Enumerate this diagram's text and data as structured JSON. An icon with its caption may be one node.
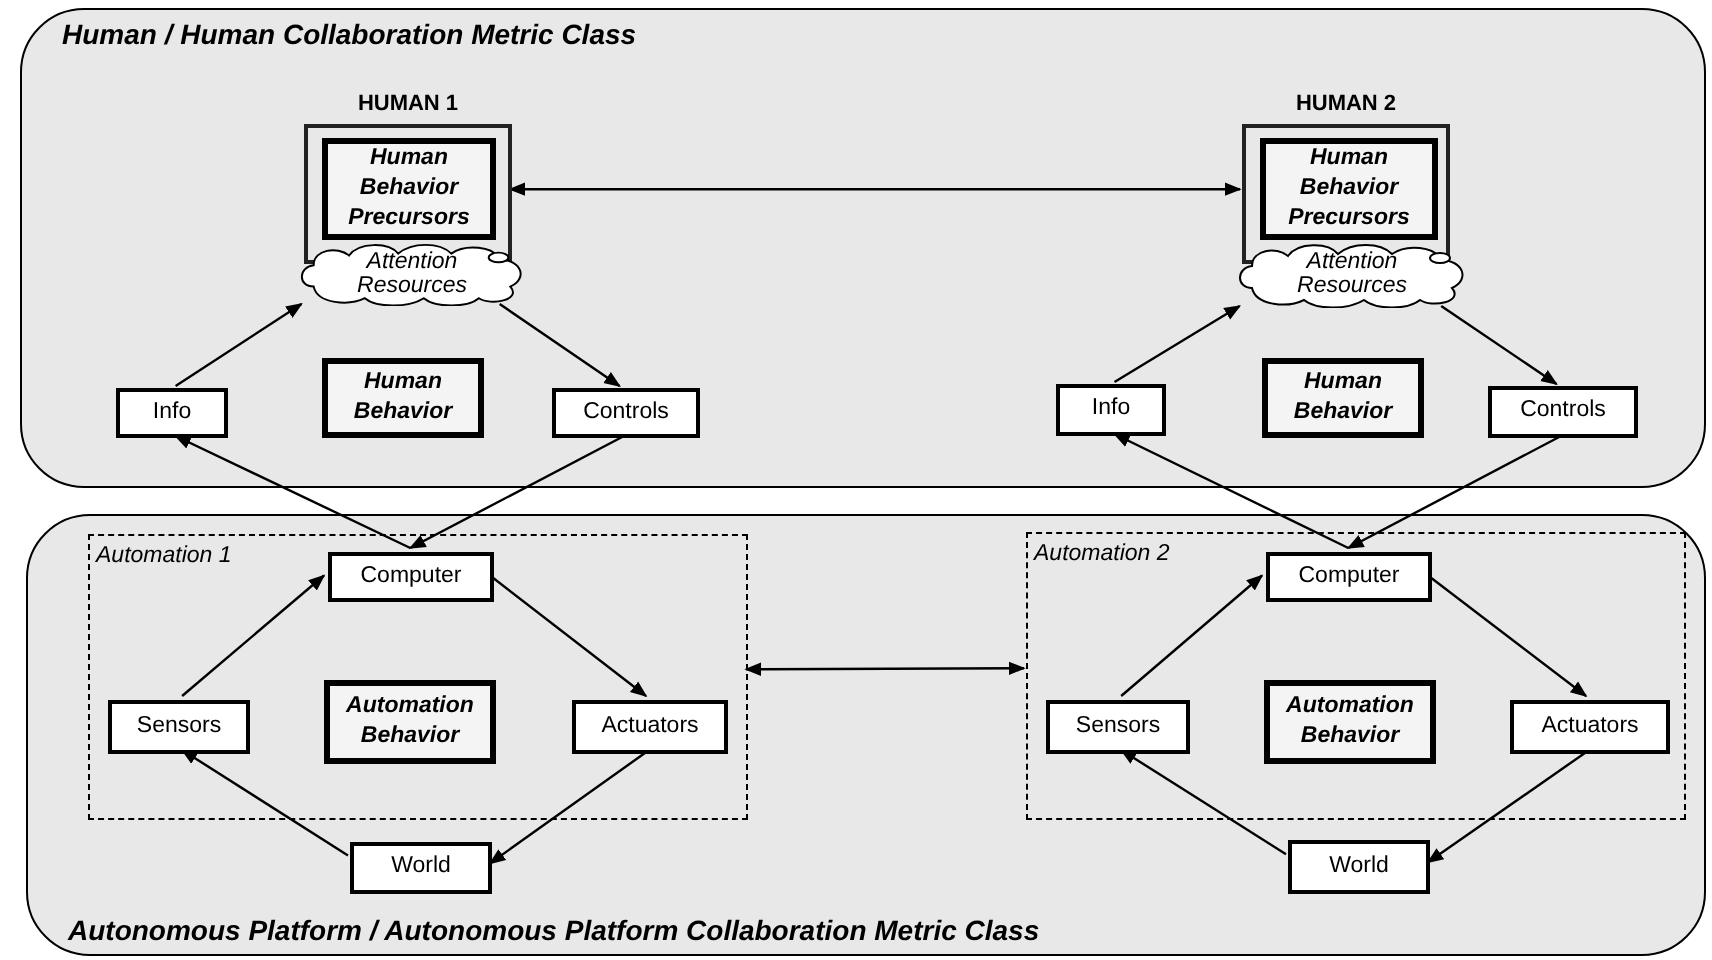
{
  "diagram": {
    "nodes": [
      {
        "text": [
          "Human / Human Collaboration Metric Class"
        ]
      },
      {
        "text": [
          "HUMAN 1"
        ],
        "in": 0
      },
      {
        "text": [
          "Human Behavior Precursors"
        ],
        "in": 1
      },
      {
        "text": [
          "Attention Resources"
        ],
        "in": 0
      },
      {
        "text": [
          "Info"
        ],
        "in": 0
      },
      {
        "text": [
          "Human Behavior"
        ],
        "in": 0
      },
      {
        "text": [
          "Controls"
        ],
        "in": 0
      },
      {
        "text": [
          "HUMAN 2"
        ],
        "in": 0
      },
      {
        "text": [
          "Human Behavior Precursors"
        ],
        "in": 7
      },
      {
        "text": [
          "Attention Resources"
        ],
        "in": 0
      },
      {
        "text": [
          "Info"
        ],
        "in": 0
      },
      {
        "text": [
          "Human Behavior"
        ],
        "in": 0
      },
      {
        "text": [
          "Controls"
        ],
        "in": 0
      },
      {
        "text": [
          "Autonomous Platform / Autonomous Platform Collaboration Metric Class"
        ]
      },
      {
        "text": [
          "Automation 1"
        ],
        "in": 13
      },
      {
        "text": [
          "Computer"
        ],
        "in": 14
      },
      {
        "text": [
          "Sensors"
        ],
        "in": 14
      },
      {
        "text": [
          "Automation Behavior"
        ],
        "in": 14
      },
      {
        "text": [
          "Actuators"
        ],
        "in": 14
      },
      {
        "text": [
          "World"
        ],
        "in": 13
      },
      {
        "text": [
          "Automation 2"
        ],
        "in": 13
      },
      {
        "text": [
          "Computer"
        ],
        "in": 20
      },
      {
        "text": [
          "Sensors"
        ],
        "in": 20
      },
      {
        "text": [
          "Automation Behavior"
        ],
        "in": 20
      },
      {
        "text": [
          "Actuators"
        ],
        "in": 20
      },
      {
        "text": [
          "World"
        ],
        "in": 13
      }
    ],
    "edges": [
      {
        "from": 1,
        "to": 7,
        "arrow": "both"
      },
      {
        "from": 4,
        "to": 3,
        "arrow": "to"
      },
      {
        "from": 3,
        "to": 6,
        "arrow": "to"
      },
      {
        "from": 15,
        "to": 4,
        "arrow": "to"
      },
      {
        "from": 6,
        "to": 15,
        "arrow": "to"
      },
      {
        "from": 10,
        "to": 9,
        "arrow": "to"
      },
      {
        "from": 9,
        "to": 12,
        "arrow": "to"
      },
      {
        "from": 21,
        "to": 10,
        "arrow": "to"
      },
      {
        "from": 12,
        "to": 21,
        "arrow": "to"
      },
      {
        "from": 14,
        "to": 20,
        "arrow": "both"
      },
      {
        "from": 16,
        "to": 15,
        "arrow": "to"
      },
      {
        "from": 15,
        "to": 18,
        "arrow": "to"
      },
      {
        "from": 18,
        "to": 19,
        "arrow": "to"
      },
      {
        "from": 19,
        "to": 16,
        "arrow": "to"
      },
      {
        "from": 22,
        "to": 21,
        "arrow": "to"
      },
      {
        "from": 21,
        "to": 24,
        "arrow": "to"
      },
      {
        "from": 24,
        "to": 25,
        "arrow": "to"
      },
      {
        "from": 25,
        "to": 22,
        "arrow": "to"
      }
    ]
  }
}
